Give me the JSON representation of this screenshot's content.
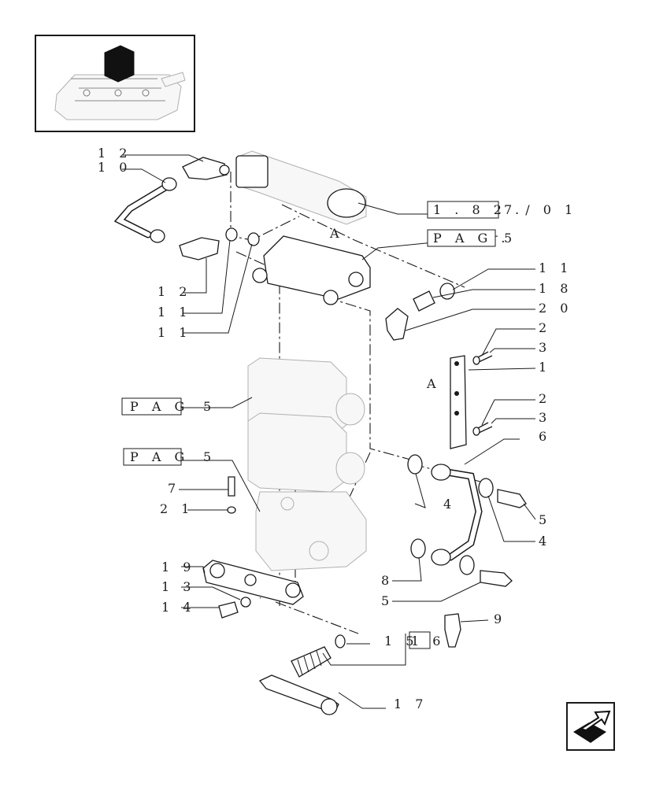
{
  "callouts": {
    "c12_top": "1 2",
    "c10": "1 0",
    "c12_bottom": "1 2",
    "c11_a": "1 1",
    "c11_b": "1 1",
    "c11_right": "1 1",
    "c18": "1 8",
    "c20": "2 0",
    "c2_a": "2",
    "c3_a": "3",
    "c1": "1",
    "c2_b": "2",
    "c3_b": "3",
    "c6": "6",
    "c5_right": "5",
    "c4_right": "4",
    "c4_left": "4",
    "c8": "8",
    "c5_bottom": "5",
    "c9": "9",
    "c7": "7",
    "c21": "2 1",
    "c19": "1 9",
    "c13": "1 3",
    "c14": "1 4",
    "c15": "1 5",
    "c16": "1 6",
    "c17": "1 7",
    "marker_a_top": "A",
    "marker_a_right": "A"
  },
  "references": {
    "ref_1_82_box": "1 . 8 2 .",
    "ref_1_82_rest": "7 / 0 1",
    "pag_top_box": "P A G .",
    "pag_top_num": "5",
    "pag_mid_box": "P A G",
    "pag_mid_num": "5",
    "pag_low_box": "P A G",
    "pag_low_num": "5"
  },
  "colors": {
    "ink": "#1a1a1a",
    "ghost": "#b0b0b0",
    "paper": "#ffffff"
  },
  "icons": {
    "thumbnail": "hydraulic-lift-thumbnail-icon",
    "nav": "next-page-arrow-icon"
  }
}
